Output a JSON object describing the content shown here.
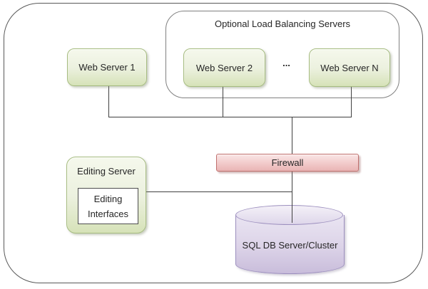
{
  "diagram": {
    "container_title": "Optional Load Balancing Servers",
    "web_server_1": "Web Server 1",
    "web_server_2": "Web Server 2",
    "ellipsis": "...",
    "web_server_n": "Web Server N",
    "firewall": "Firewall",
    "editing_server": "Editing Server",
    "editing_interfaces": {
      "line1": "Editing",
      "line2": "Interfaces"
    },
    "database": "SQL DB Server/Cluster",
    "colors": {
      "text": "#262626",
      "frame_border": "#595959",
      "container_border": "#808080",
      "connector": "#404040",
      "node_green_bottom": "#d6e2b8",
      "node_green_border": "#a6bc80",
      "firewall_top": "#f9e6e6",
      "firewall_bottom": "#e9b4b4",
      "firewall_border": "#c0706e",
      "cylinder_top": "#f4f1f8",
      "cylinder_bottom": "#c9bddb",
      "cylinder_border": "#9c8fbe"
    }
  }
}
